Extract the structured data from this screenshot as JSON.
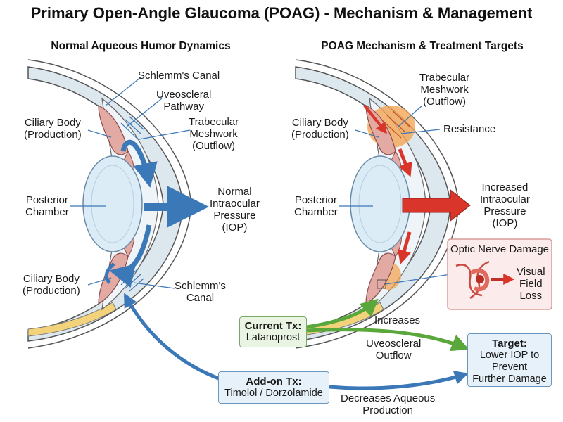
{
  "title": "Primary Open-Angle Glaucoma (POAG) - Mechanism & Management",
  "left_panel": {
    "title": "Normal Aqueous Humor Dynamics",
    "labels": {
      "schlemms_canal_top": "Schlemm's Canal",
      "uveoscleral_line1": "Uveoscleral",
      "uveoscleral_line2": "Pathway",
      "trab_line1": "Trabecular",
      "trab_line2": "Meshwork",
      "trab_line3": "(Outflow)",
      "ciliary_top_line1": "Ciliary Body",
      "ciliary_top_line2": "(Production)",
      "posterior_line1": "Posterior",
      "posterior_line2": "Chamber",
      "iop_line1": "Normal",
      "iop_line2": "Intraocular",
      "iop_line3": "Pressure",
      "iop_line4": "(IOP)",
      "ciliary_bot_line1": "Ciliary Body",
      "ciliary_bot_line2": "(Production)",
      "schlemms_bot_line1": "Schlemm's",
      "schlemms_bot_line2": "Canal"
    }
  },
  "right_panel": {
    "title": "POAG Mechanism & Treatment Targets",
    "labels": {
      "trab_line1": "Trabecular",
      "trab_line2": "Meshwork",
      "trab_line3": "(Outflow)",
      "ciliary_line1": "Ciliary Body",
      "ciliary_line2": "(Production)",
      "resistance": "Resistance",
      "posterior_line1": "Posterior",
      "posterior_line2": "Chamber",
      "iop_line1": "Increased",
      "iop_line2": "Intraocular",
      "iop_line3": "Pressure",
      "iop_line4": "(IOP)"
    },
    "optic_box": {
      "title": "Optic Nerve Damage",
      "visual_line1": "Visual",
      "visual_line2": "Field",
      "visual_line3": "Loss"
    }
  },
  "treatment": {
    "current_title": "Current Tx:",
    "current_drug": "Latanoprost",
    "addon_title": "Add-on Tx:",
    "addon_drug": "Timolol / Dorzolamide",
    "increases": "Increases",
    "uveo_line1": "Uveoscleral",
    "uveo_line2": "Outflow",
    "decreases_line1": "Decreases Aqueous",
    "decreases_line2": "Production",
    "target_title": "Target:",
    "target_line1": "Lower IOP to",
    "target_line2": "Prevent",
    "target_line3": "Further Damage"
  },
  "colors": {
    "blue_arrow": "#3b78b8",
    "red_arrow": "#d9352b",
    "green_arrow": "#5aa83c",
    "resistance_orange": "#f4a04a",
    "ciliary_pink": "#e3a9a3",
    "lens_blue": "#dcecf6",
    "cornea_gray": "#dde7ee",
    "current_box_fill": "#eaf4e3",
    "addon_box_fill": "#e6f1f9",
    "optic_box_fill": "#fbeceb"
  }
}
